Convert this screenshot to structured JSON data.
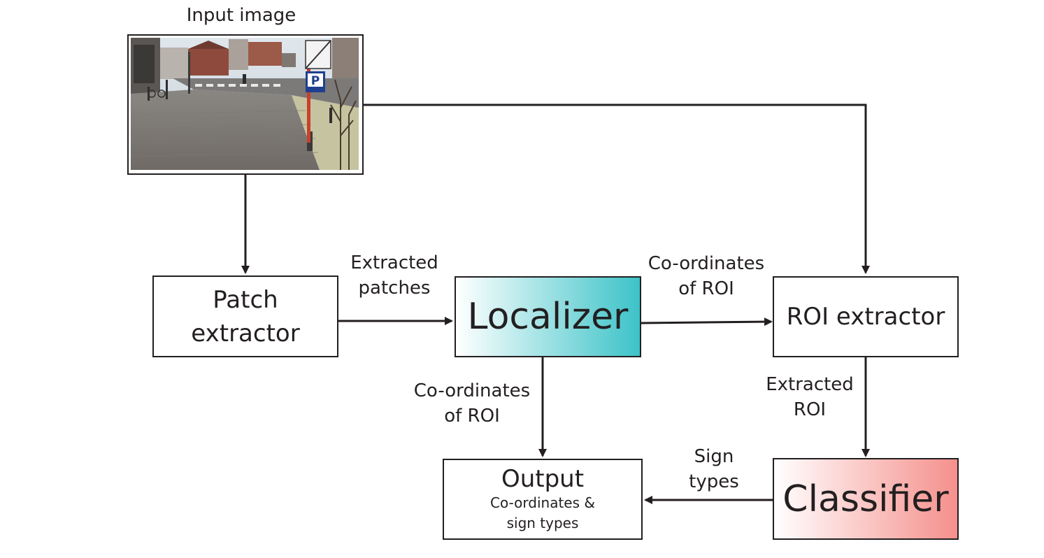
{
  "input_image": {
    "caption": "Input image"
  },
  "nodes": {
    "patch_extractor": {
      "line1": "Patch",
      "line2": "extractor"
    },
    "localizer": {
      "label": "Localizer"
    },
    "roi_extractor": {
      "label": "ROI extractor"
    },
    "classifier": {
      "label": "Classifier"
    },
    "output": {
      "title": "Output",
      "sub1": "Co-ordinates &",
      "sub2": "sign types"
    }
  },
  "edges": {
    "patches": {
      "line1": "Extracted",
      "line2": "patches"
    },
    "coords_to_roi": {
      "line1": "Co-ordinates",
      "line2": "of ROI"
    },
    "coords_to_output": {
      "line1": "Co-ordinates",
      "line2": "of ROI"
    },
    "extracted_roi": {
      "line1": "Extracted",
      "line2": "ROI"
    },
    "sign_types": {
      "line1": "Sign",
      "line2": "types"
    }
  },
  "colors": {
    "localizer_gradient_end": "#3cc3c8",
    "classifier_gradient_end": "#f5908c",
    "stroke": "#231f20"
  },
  "photo_sign": {
    "letter": "P"
  }
}
